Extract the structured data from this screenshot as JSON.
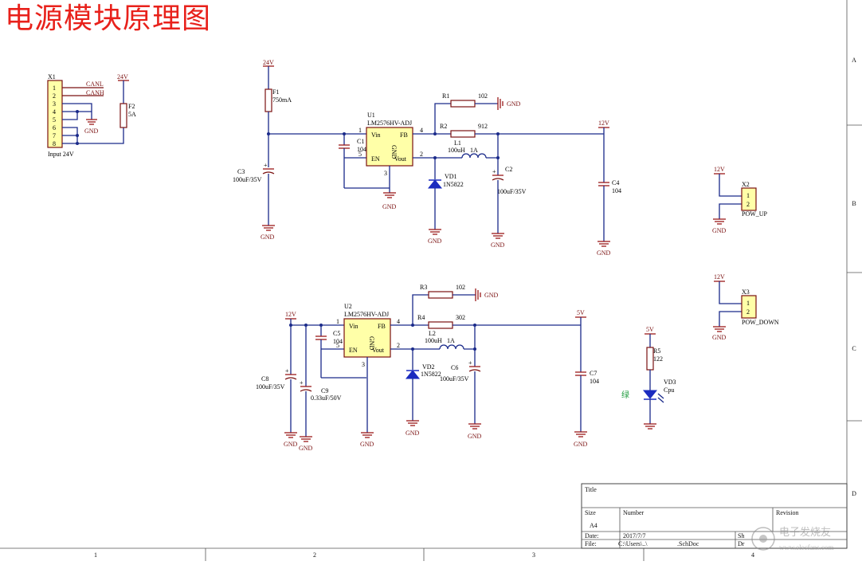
{
  "page_title": "电源模块原理图",
  "connector_x1": {
    "ref": "X1",
    "pins": [
      "1",
      "2",
      "3",
      "4",
      "5",
      "6",
      "7",
      "8"
    ],
    "net_canl": "CANL",
    "net_canh": "CANH",
    "label": "Input 24V"
  },
  "fuse_f2": {
    "ref": "F2",
    "value": "5A",
    "net": "24V"
  },
  "fuse_f1": {
    "ref": "F1",
    "value": "750mA",
    "net": "24V"
  },
  "u1": {
    "ref": "U1",
    "part": "LM2576HV-ADJ",
    "vin": "Vin",
    "fb": "FB",
    "en": "EN",
    "gnd": "GND",
    "vout": "Vout",
    "pin1": "1",
    "pin2": "2",
    "pin3": "3",
    "pin4": "4",
    "pin5": "5"
  },
  "u2": {
    "ref": "U2",
    "part": "LM2576HV-ADJ",
    "vin": "Vin",
    "fb": "FB",
    "en": "EN",
    "gnd": "GND",
    "vout": "Vout",
    "pin1": "1",
    "pin2": "2",
    "pin3": "3",
    "pin4": "4",
    "pin5": "5"
  },
  "c3": {
    "ref": "C3",
    "value": "100uF/35V"
  },
  "c1": {
    "ref": "C1",
    "value": "104"
  },
  "r1": {
    "ref": "R1",
    "value": "102"
  },
  "r2": {
    "ref": "R2",
    "value": "912"
  },
  "l1": {
    "ref": "L1",
    "value": "100uH",
    "rating": "1A"
  },
  "vd1": {
    "ref": "VD1",
    "value": "1N5822"
  },
  "c2": {
    "ref": "C2",
    "value": "100uF/35V"
  },
  "c4": {
    "ref": "C4",
    "value": "104"
  },
  "net_12v": "12V",
  "net_5v": "5V",
  "net_gnd": "GND",
  "x2": {
    "ref": "X2",
    "pin1": "1",
    "pin2": "2",
    "label": "POW_UP",
    "net": "12V"
  },
  "x3": {
    "ref": "X3",
    "pin1": "1",
    "pin2": "2",
    "label": "POW_DOWN",
    "net": "12V"
  },
  "c8": {
    "ref": "C8",
    "value": "100uF/35V"
  },
  "c9": {
    "ref": "C9",
    "value": "0.33uF/50V"
  },
  "c5": {
    "ref": "C5",
    "value": "104"
  },
  "r3": {
    "ref": "R3",
    "value": "102"
  },
  "r4": {
    "ref": "R4",
    "value": "302"
  },
  "l2": {
    "ref": "L2",
    "value": "100uH",
    "rating": "1A"
  },
  "vd2": {
    "ref": "VD2",
    "value": "1N5822"
  },
  "c6": {
    "ref": "C6",
    "value": "100uF/35V"
  },
  "c7": {
    "ref": "C7",
    "value": "104"
  },
  "r5": {
    "ref": "R5",
    "value": "122"
  },
  "vd3": {
    "ref": "VD3",
    "value": "Cpu",
    "color_note": "绿"
  },
  "frame": {
    "cols": [
      "1",
      "2",
      "3",
      "4"
    ],
    "rows": [
      "A",
      "B",
      "C",
      "D"
    ]
  },
  "title_block": {
    "title_label": "Title",
    "size_label": "Size",
    "size_value": "A4",
    "number_label": "Number",
    "revision_label": "Revision",
    "date_label": "Date:",
    "date_value": "2017/7/7",
    "file_label": "File:",
    "file_value": "C:\\Users\\..\\",
    "file_ext": ".SchDoc",
    "sheet_label": "Sh",
    "drawn_label": "Dr"
  },
  "watermark": {
    "line1": "电子发烧友",
    "line2": "www.elecfans.com"
  },
  "colors": {
    "title": "#e8211b",
    "wire": "#1a2a8a",
    "component": "#7a1010",
    "fill": "#ffffa8",
    "diode": "#1a2bbf"
  }
}
